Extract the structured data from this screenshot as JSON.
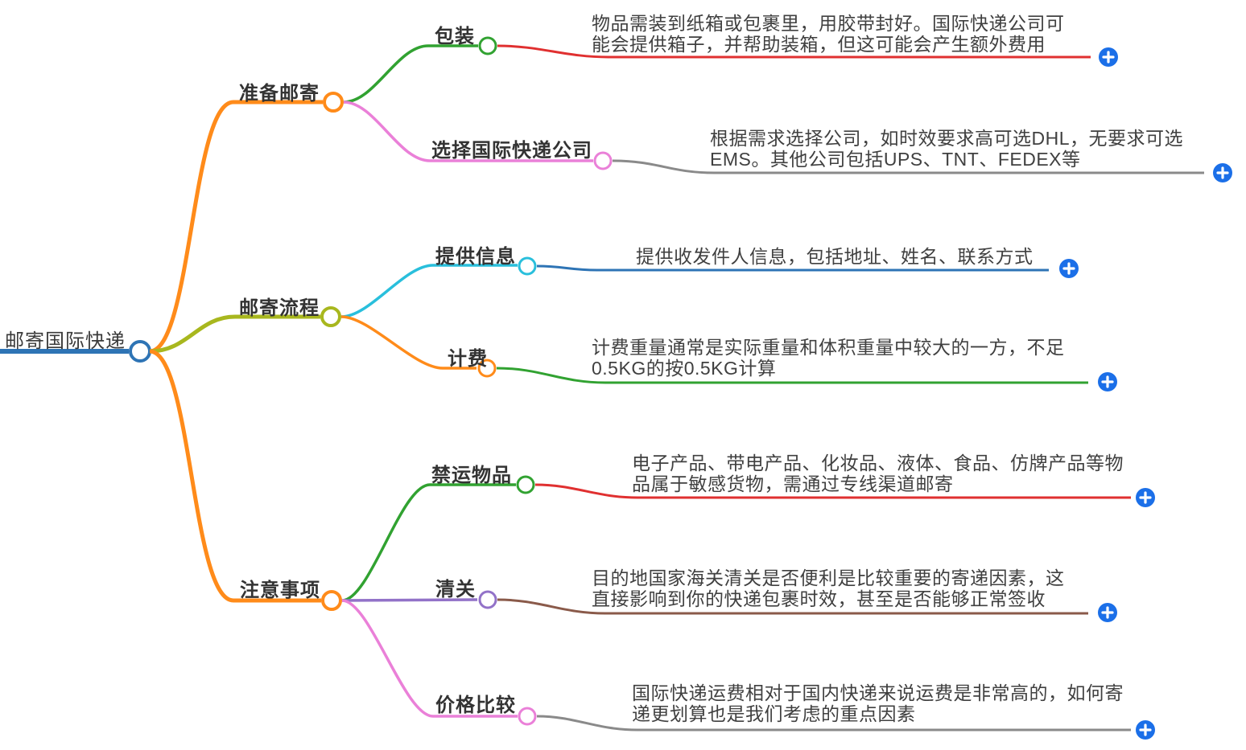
{
  "ui": {
    "background": "#ffffff",
    "plus_color": "#1b6fe8",
    "label_color": "#333333",
    "leaf_text_color": "#404040"
  },
  "root": {
    "label": "邮寄国际快递",
    "color": "#2e74b5"
  },
  "branches": [
    {
      "label": "准备邮寄",
      "color": "#ff8b1a",
      "children": [
        {
          "label": "包装",
          "color": "#31a231",
          "leaf_color": "#e03030",
          "text": "物品需装到纸箱或包裹里，用胶带封好。国际快递公司可能会提供箱子，并帮助装箱，但这可能会产生额外费用"
        },
        {
          "label": "选择国际快递公司",
          "color": "#ea80d8",
          "leaf_color": "#8a8a8a",
          "text": "根据需求选择公司，如时效要求高可选DHL，无要求可选EMS。其他公司包括UPS、TNT、FEDEX等"
        }
      ]
    },
    {
      "label": "邮寄流程",
      "color": "#a8b71e",
      "children": [
        {
          "label": "提供信息",
          "color": "#29bfdc",
          "leaf_color": "#2e74b5",
          "text": "提供收发件人信息，包括地址、姓名、联系方式"
        },
        {
          "label": "计费",
          "color": "#ff8b1a",
          "leaf_color": "#31a231",
          "text": "计费重量通常是实际重量和体积重量中较大的一方，不足0.5KG的按0.5KG计算"
        }
      ]
    },
    {
      "label": "注意事项",
      "color": "#ff8b1a",
      "children": [
        {
          "label": "禁运物品",
          "color": "#31a231",
          "leaf_color": "#e03030",
          "text": "电子产品、带电产品、化妆品、液体、食品、仿牌产品等物品属于敏感货物，需通过专线渠道邮寄"
        },
        {
          "label": "清关",
          "color": "#9272c8",
          "leaf_color": "#8a5a4a",
          "text": "目的地国家海关清关是否便利是比较重要的寄递因素，这直接影响到你的快递包裹时效，甚至是否能够正常签收"
        },
        {
          "label": "价格比较",
          "color": "#ea80d8",
          "leaf_color": "#8a8a8a",
          "text": "国际快递运费相对于国内快递来说运费是非常高的，如何寄递更划算也是我们考虑的重点因素"
        }
      ]
    }
  ]
}
